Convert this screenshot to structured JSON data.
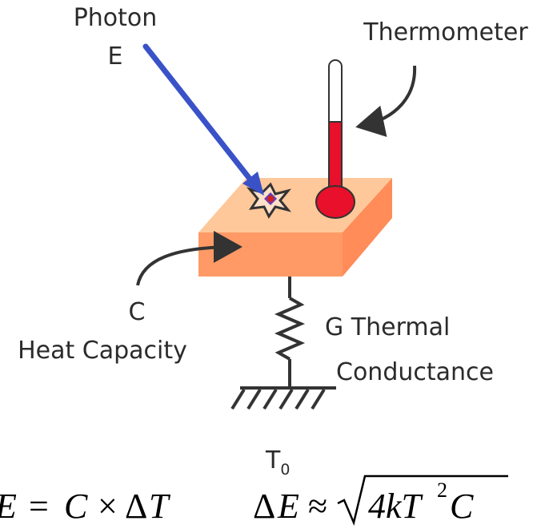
{
  "labels": {
    "photon_line1": "Photon",
    "photon_line2": "E",
    "thermometer": "Thermometer",
    "capacity_symbol": "C",
    "capacity_name": "Heat Capacity",
    "conductance_line1": "G  Thermal",
    "conductance_line2": "Conductance",
    "bath_temp_main": "T",
    "bath_temp_sub": "0"
  },
  "equations": {
    "left": {
      "lhs": "E",
      "equals": "=",
      "c": "C",
      "times": "×",
      "delta": "Δ",
      "t": "T"
    },
    "right": {
      "delta": "Δ",
      "e": "E",
      "approx": "≈",
      "inner": "4kT",
      "power": "2",
      "c": "C"
    }
  },
  "colors": {
    "block_top": "#FFC89A",
    "block_front": "#FF9A66",
    "block_side": "#FF8C59",
    "photon_arrow": "#3A52C8",
    "thermo_liquid": "#E8102A",
    "leader": "#333333",
    "spring": "#333333"
  }
}
